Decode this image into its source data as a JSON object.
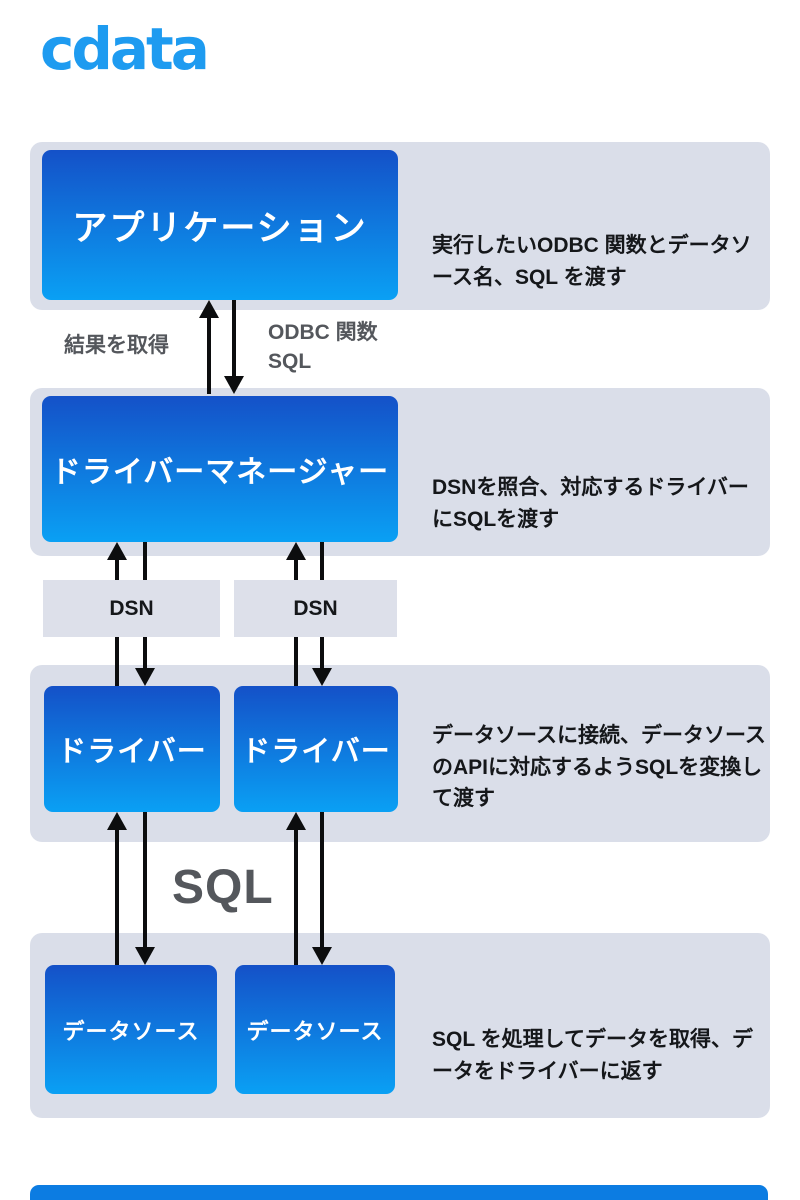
{
  "logo": {
    "text": "cdata",
    "color": "#1E9BF0"
  },
  "colors": {
    "box_gradient_top": "#1451C8",
    "box_gradient_bottom": "#0AA0F4",
    "band_background": "#DADEE9",
    "dsn_box_background": "#DDE0EA",
    "label_gray": "#54575C",
    "text_dark": "#15171A",
    "arrow_black": "#0C0D0E",
    "footer_blue": "#0C7CE2"
  },
  "diagram": {
    "rows": [
      {
        "id": "application",
        "boxes": [
          "アプリケーション"
        ],
        "description": "実行したいODBC 関数とデータソース名、SQL を渡す"
      },
      {
        "id": "driver-manager",
        "boxes": [
          "ドライバーマネージャー"
        ],
        "description": "DSNを照合、対応するドライバーにSQLを渡す"
      },
      {
        "id": "drivers",
        "boxes": [
          "ドライバー",
          "ドライバー"
        ],
        "description": "データソースに接続、データソースのAPIに対応するようSQLを変換して渡す"
      },
      {
        "id": "data-sources",
        "boxes": [
          "データソース",
          "データソース"
        ],
        "description": "SQL を処理してデータを取得、データをドライバーに返す"
      }
    ],
    "labels": {
      "get_results": "結果を取得",
      "odbc_line1": "ODBC 関数",
      "odbc_line2": "SQL",
      "dsn": "DSN",
      "sql": "SQL"
    }
  }
}
